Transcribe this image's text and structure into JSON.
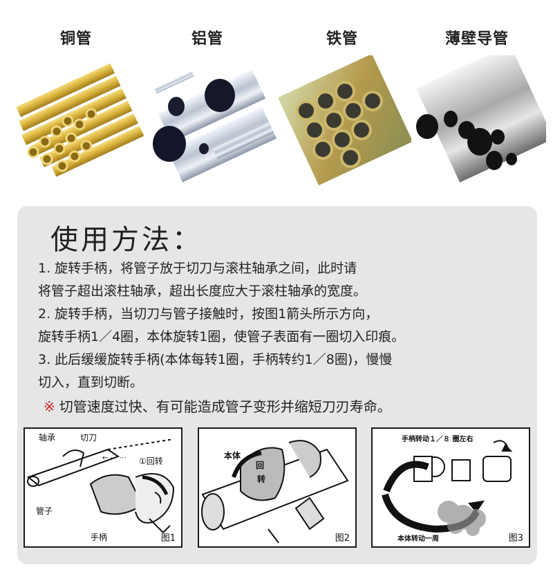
{
  "pipes": [
    {
      "name": "铜管",
      "color": "#d9b43b"
    },
    {
      "name": "铝管",
      "color": "#a9b6c6"
    },
    {
      "name": "铁管",
      "color": "#b6a35a"
    },
    {
      "name": "薄壁导管",
      "color": "#c4c4c4"
    }
  ],
  "usage": {
    "heading": "使用方法：",
    "lines": [
      "1.  旋转手柄，将管子放于切刀与滚柱轴承之间，此时请",
      "将管子超出滚柱轴承，超出长度应大于滚柱轴承的宽度。",
      "2.  旋转手柄，当切刀与管子接触时，按图1箭头所示方向，",
      "旋转手柄1／4圈，本体旋转1圈，使管子表面有一圈切入印痕。",
      "3.  此后缓缓旋转手柄(本体每转1圈，手柄转约1／8圈)，慢慢",
      "切入，直到切断。"
    ],
    "warning_mark": "※",
    "warning": "切管速度过快、有可能造成管子变形并缩短刀刃寿命。"
  },
  "figures": {
    "fig1": {
      "bearing": "轴承",
      "cutter": "切刀",
      "rotate": "①回转",
      "pipe": "管子",
      "handle": "手柄",
      "caption": "图1"
    },
    "fig2": {
      "body_rotate_1": "本体",
      "body_rotate_2": "回",
      "body_rotate_3": "转",
      "caption": "图2"
    },
    "fig3": {
      "handle_turn": "手柄转动１／８ 圈左右",
      "body_turn": "本体转动一周",
      "caption": "图3"
    }
  }
}
